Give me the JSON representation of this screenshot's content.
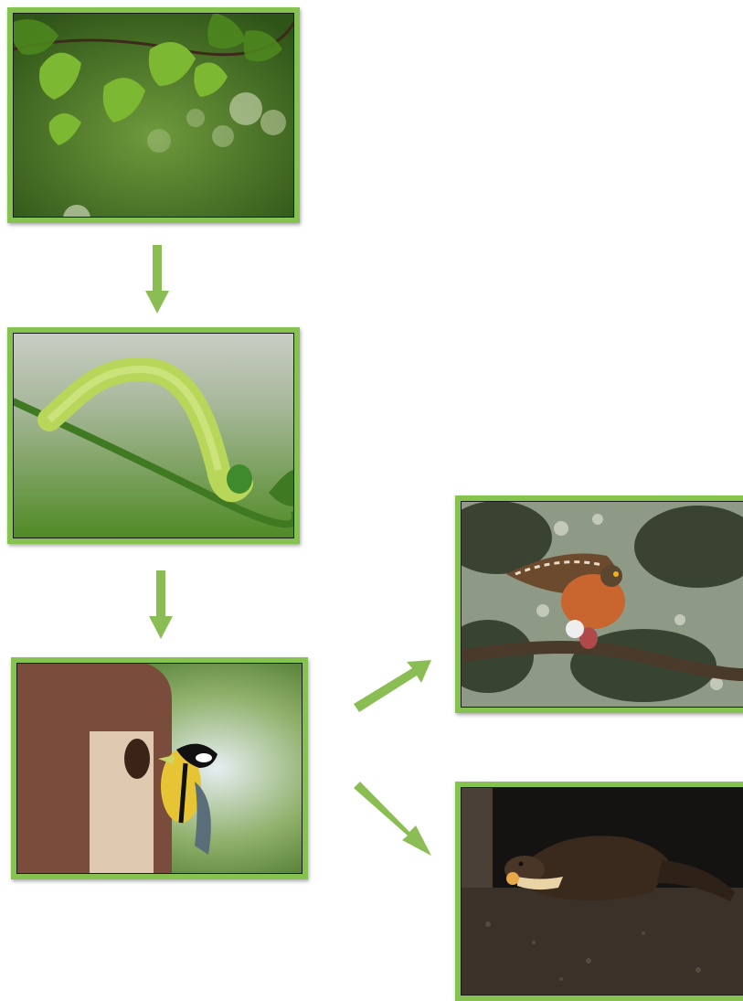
{
  "diagram": {
    "accent_color": "#86c250",
    "arrow_color": "#8bbd55",
    "nodes": [
      {
        "id": "oak-leaves",
        "icon": "oak-leaves-photo"
      },
      {
        "id": "caterpillar",
        "icon": "green-caterpillar-photo"
      },
      {
        "id": "great-tit",
        "icon": "great-tit-at-nest-box-photo"
      },
      {
        "id": "sparrowhawk",
        "icon": "sparrowhawk-eating-prey-photo"
      },
      {
        "id": "pine-marten",
        "icon": "pine-marten-with-egg-photo"
      }
    ],
    "edges": [
      {
        "from": "oak-leaves",
        "to": "caterpillar"
      },
      {
        "from": "caterpillar",
        "to": "great-tit"
      },
      {
        "from": "great-tit",
        "to": "sparrowhawk"
      },
      {
        "from": "great-tit",
        "to": "pine-marten"
      }
    ]
  }
}
